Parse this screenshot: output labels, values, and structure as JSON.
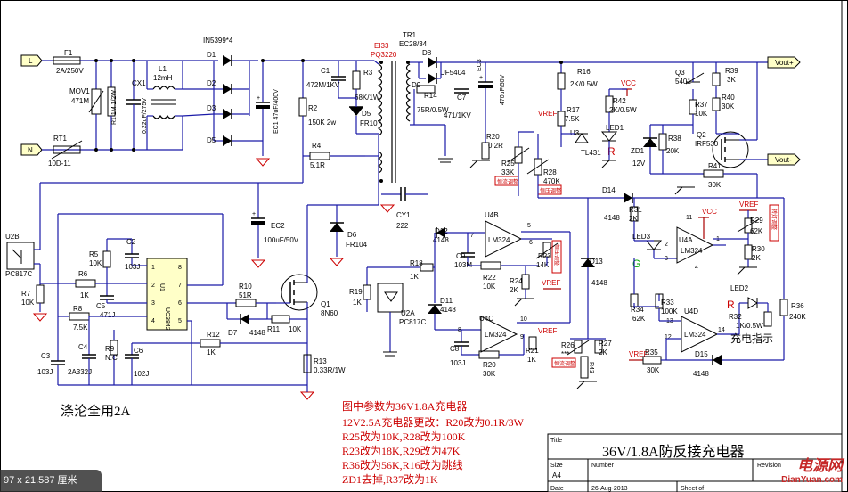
{
  "labels": {
    "L": "L",
    "N": "N",
    "F1": "F1",
    "F1v": "2A/250V",
    "MOV1": "MOV1",
    "MOV1v": "471M",
    "R1": "R1 1M 1/2W",
    "CX1": "CX1",
    "CX1v": "0.22uF/275V",
    "L1": "L1",
    "L1v": "12mH",
    "RT1": "RT1",
    "RT1v": "10D-11",
    "D1": "D1",
    "D2": "D2",
    "D3": "D3",
    "D5": "D5",
    "Dtype": "IN5399*4",
    "EC1": "EC1 47uF/400V",
    "R2": "R2",
    "R2v": "150K 2w",
    "C1": "C1",
    "C1v": "472M/1KV",
    "R3": "R3",
    "R3v": "68K/1W",
    "D5b": "D5",
    "D5bv": "FR107",
    "R4": "R4",
    "R4v": "5.1R",
    "EI33": "EI33",
    "PQ": "PQ3220",
    "TR1": "TR1",
    "TR1v": "EC28/34",
    "D8": "D8",
    "D8v": "UF5404",
    "D9": "D9",
    "R14": "R14",
    "R14v": "75R/0.5W",
    "C7": "C7",
    "C7v": "471/1KV",
    "EC3": "EC3",
    "EC3v": "470uF/50V",
    "R20": "R20",
    "R20v": "0.2R",
    "R16": "R16",
    "R16v": "2K/0.5W",
    "VCC": "VCC",
    "R42": "R42",
    "R42v": "2K/0.5W",
    "VREF": "VREF",
    "R17": "R17",
    "R17v": "7.5K",
    "U3": "U3",
    "U3v": "TL431",
    "LED1": "LED1",
    "LED1c": "R",
    "R25": "R25",
    "R25v": "33K",
    "R25n": "恒流调整",
    "R28": "R28",
    "R28v": "470K",
    "R28n": "恒压调整",
    "Q3": "Q3",
    "Q3v": "5401",
    "R39": "R39",
    "R39v": "3K",
    "R40": "R40",
    "R40v": "30K",
    "R37": "R37",
    "R37v": "10K",
    "Q2": "Q2",
    "Q2v": "IRF530",
    "ZD1": "ZD1",
    "ZD1v": "12V",
    "R38": "R38",
    "R38v": "20K",
    "R41": "R41",
    "R41v": "30K",
    "VoutP": "Vout+",
    "VoutN": "Vout-",
    "EC2": "EC2",
    "EC2v": "100uF/50V",
    "D6": "D6",
    "D6v": "FR104",
    "CY1": "CY1",
    "CY1v": "222",
    "U2B": "U2B",
    "U2Bv": "PC817C",
    "R7": "R7",
    "R7v": "10K",
    "R5": "R5",
    "R5v": "10K",
    "C2": "C2",
    "C2v": "103J",
    "R6": "R6",
    "R6v": "1K",
    "C5": "C5",
    "C5v": "471J",
    "R8": "R8",
    "R8v": "7.5K",
    "U1": "U1",
    "U1v": "UC3842",
    "C3": "C3",
    "C3v": "103J",
    "C4": "C4",
    "C4v": "2A332J",
    "R9": "R9",
    "R9v": "N.C",
    "C6": "C6",
    "C6v": "102J",
    "R10": "R10",
    "R10v": "51R",
    "D7": "D7",
    "D7v": "4148",
    "R11": "R11",
    "R11v": "10K",
    "Q1": "Q1",
    "Q1v": "8N60",
    "R12": "R12",
    "R12v": "1K",
    "R13": "R13",
    "R13v": "0.33R/1W",
    "D12": "D12",
    "D12v": "4148",
    "U4B": "U4B",
    "U4Bv": "LM324",
    "C9": "C9",
    "C9v": "103M",
    "R22": "R22",
    "R22v": "10K",
    "R24": "R24",
    "R24v": "2K",
    "R23": "R23",
    "R23v": "14K",
    "R23n": "恒压调整",
    "R18": "R18",
    "R18v": "1K",
    "R19": "R19",
    "R19v": "1K",
    "U2A": "U2A",
    "U2Av": "PC817C",
    "D11": "D11",
    "D11v": "4148",
    "U4C": "U4C",
    "U4Cv": "LM324",
    "C8": "C8",
    "C8v": "103J",
    "R20b": "R20",
    "R20bv": "30K",
    "R21": "R21",
    "R21v": "1K",
    "D13": "D13",
    "D13v": "4148",
    "D14": "D14",
    "D14v": "4148",
    "R31": "R31",
    "R31v": "2K",
    "LED3": "LED3",
    "LED3c": "G",
    "U4A": "U4A",
    "U4Av": "LM324",
    "R29": "R29",
    "R29v": "62K",
    "R29n": "转灯调整",
    "R30": "R30",
    "R30v": "2K",
    "R26": "R26",
    "R26v": "***",
    "R26n": "恒流调整",
    "R27": "R27",
    "R27v": "2K",
    "R43": "R43",
    "R34": "R34",
    "R34v": "62K",
    "R33": "R33",
    "R33v": "100K",
    "U4D": "U4D",
    "U4Dv": "LM324",
    "R35": "R35",
    "R35v": "30K",
    "D15": "D15",
    "D15v": "4148",
    "LED2": "LED2",
    "LED2c": "R",
    "R32": "R32",
    "R32v": "1K/0.5W",
    "R36": "R36",
    "R36v": "240K",
    "charge": "充电指示"
  },
  "notes": {
    "left_big": "涤沦全用2A",
    "line1": "图中参数为36V1.8A充电器",
    "line2": "12V2.5A充电器更改：R20改为0.1R/3W",
    "line3": "R25改为10K,R28改为100K",
    "line4": "R23改为18K,R29改为47K",
    "line5": "R36改为56K,R16改为跳线",
    "line6": "ZD1去掉,R37改为1K"
  },
  "titleblock": {
    "title_label": "Title",
    "title": "36V/1.8A防反接充电器",
    "size_label": "Size",
    "size": "A4",
    "number_label": "Number",
    "revision_label": "Revision",
    "date_label": "Date",
    "date": "26-Aug-2013",
    "sheet_label": "Sheet    of"
  },
  "status": {
    "dimensions": "97 x 21.587 厘米"
  },
  "watermark": {
    "logo": "电源网",
    "site": "DianYuan.com"
  },
  "colors": {
    "wire": "#1a1aa8",
    "highlight": "#c00000",
    "component": "#000000",
    "ic_fill": "#ffffc8"
  }
}
